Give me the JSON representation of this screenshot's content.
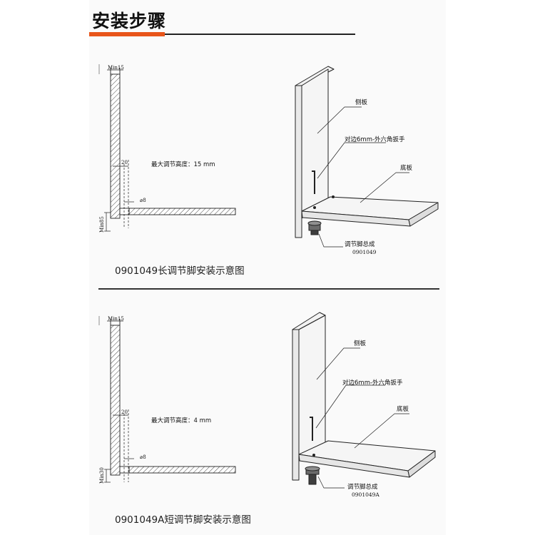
{
  "page_title": "安装步骤",
  "colors": {
    "accent": "#e8551a",
    "line": "#222222",
    "board": "#f4f4f4"
  },
  "diagrams": [
    {
      "caption": "0901049长调节脚安装示意图",
      "dims": {
        "min_top": "Min15",
        "width_20": "20",
        "dia_8": "⌀8",
        "min_side": "Min85"
      },
      "max_height_label": "最大调节高度：15 mm",
      "labels": {
        "side_panel": "侧板",
        "wrench": "对边6mm-外六角扳手",
        "bottom_panel": "底板",
        "foot_assembly": "调节脚总成",
        "part_no": "0901049"
      }
    },
    {
      "caption": "0901049A短调节脚安装示意图",
      "dims": {
        "min_top": "Min15",
        "width_20": "20",
        "dia_8": "⌀8",
        "min_side": "Min30"
      },
      "max_height_label": "最大调节高度：4 mm",
      "labels": {
        "side_panel": "侧板",
        "wrench": "对边6mm-外六角扳手",
        "bottom_panel": "底板",
        "foot_assembly": "调节脚总成",
        "part_no": "0901049A"
      }
    }
  ]
}
